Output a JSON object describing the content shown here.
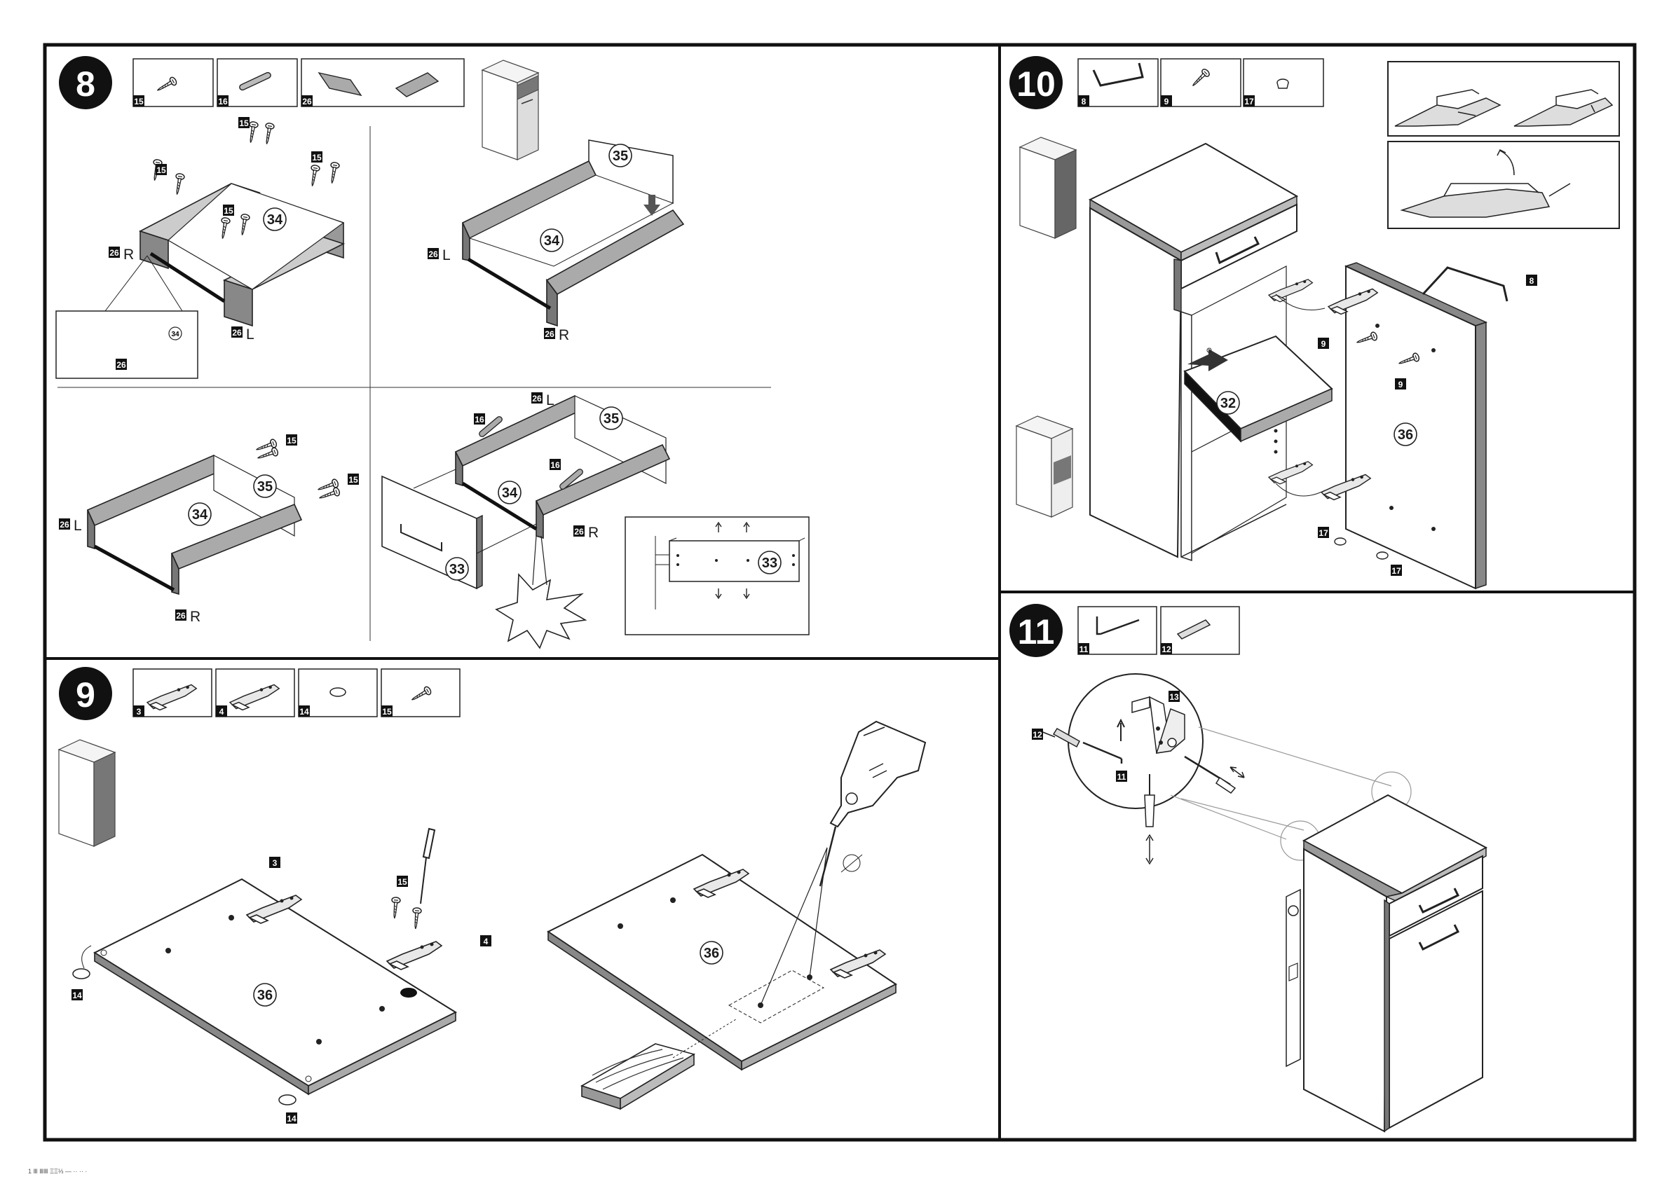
{
  "steps": {
    "s8": "8",
    "s9": "9",
    "s10": "10",
    "s11": "11"
  },
  "tags": {
    "t3": "3",
    "t4": "4",
    "t8": "8",
    "t9": "9",
    "t11": "11",
    "t12": "12",
    "t13": "13",
    "t14": "14",
    "t15": "15",
    "t16": "16",
    "t17": "17",
    "t26": "26"
  },
  "parts": {
    "p32": "32",
    "p33": "33",
    "p34": "34",
    "p35": "35",
    "p36": "36"
  },
  "sides": {
    "left": "L",
    "right": "R"
  },
  "footer_text": "1 Ⅲ ⅢⅢ ΞΞ⅓ — ·· ·· ·"
}
